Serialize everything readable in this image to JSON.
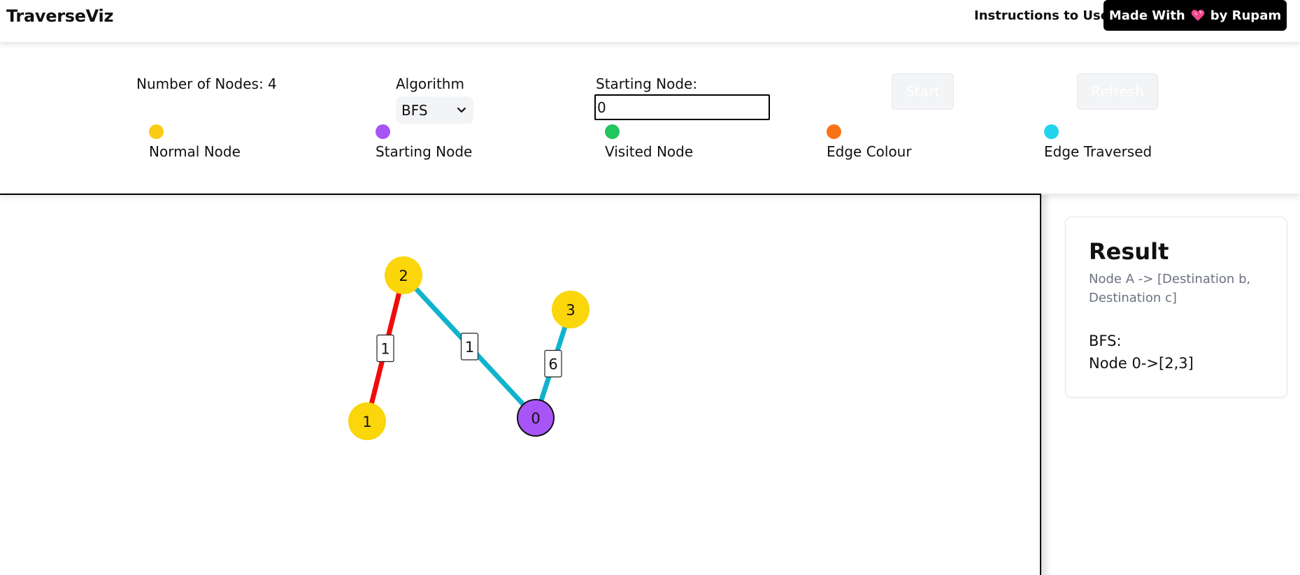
{
  "navbar": {
    "brand": "TraverseViz",
    "instructions_link": "Instructions to Use",
    "made_with_prefix": "Made With",
    "made_with_suffix": "by Rupam",
    "heart_icon": "heart-icon"
  },
  "controls": {
    "num_nodes_label": "Number of Nodes: 4",
    "algorithm_label": "Algorithm",
    "algorithm_selected": "BFS",
    "starting_node_label": "Starting Node:",
    "starting_node_value": "0",
    "start_button": "Start",
    "refresh_button": "Refresh"
  },
  "legend": [
    {
      "label": "Normal Node",
      "color": "#facc15"
    },
    {
      "label": "Starting Node",
      "color": "#a855f7"
    },
    {
      "label": "Visited Node",
      "color": "#22c55e"
    },
    {
      "label": "Edge Colour",
      "color": "#f97316"
    },
    {
      "label": "Edge Traversed",
      "color": "#22d3ee"
    }
  ],
  "graph": {
    "nodes": [
      {
        "id": "0",
        "role": "starting",
        "color": "#a855f7"
      },
      {
        "id": "1",
        "role": "normal",
        "color": "#fad60a"
      },
      {
        "id": "2",
        "role": "normal",
        "color": "#fad60a"
      },
      {
        "id": "3",
        "role": "normal",
        "color": "#fad60a"
      }
    ],
    "edges": [
      {
        "from": "2",
        "to": "1",
        "weight": "1",
        "color": "#f20a0a"
      },
      {
        "from": "2",
        "to": "0",
        "weight": "1",
        "color": "#10b3cc"
      },
      {
        "from": "3",
        "to": "0",
        "weight": "6",
        "color": "#10b3cc"
      }
    ]
  },
  "result": {
    "title": "Result",
    "description": "Node A -> [Destination b, Destination c]",
    "algorithm": "BFS:",
    "output": "Node 0->[2,3]"
  }
}
